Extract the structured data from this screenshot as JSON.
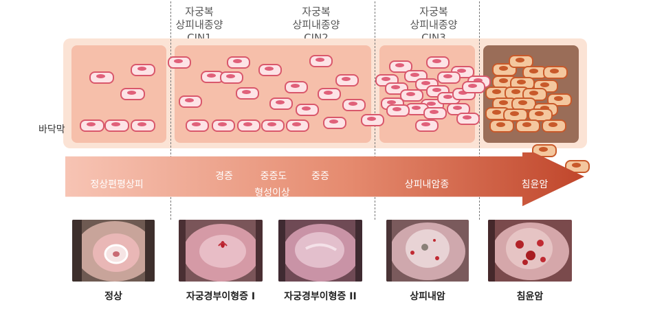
{
  "labels": {
    "cin1": [
      "자궁복",
      "상피내종양",
      "CIN1"
    ],
    "cin2": [
      "자궁복",
      "상피내종양",
      "CIN2"
    ],
    "cin3": [
      "자궁복",
      "상피내종양",
      "CIN3"
    ],
    "membrane": "바닥막"
  },
  "arrow": {
    "normal": "정상편평상피",
    "mild": "경증",
    "moderate": "중증도",
    "severe": "중증",
    "dysplasia": "형성이상",
    "cis": "상피내암종",
    "invasive": "침윤암",
    "colors": {
      "start": "#f7c0b0",
      "end": "#c44a2e"
    }
  },
  "captions": [
    "정상",
    "자궁경부이형증 I",
    "자궁경부이형증 II",
    "상피내암",
    "침윤암"
  ],
  "colors": {
    "band": "#fbe3d5",
    "panel": "#f6bfaa",
    "panel_dark": "#9a6d58",
    "cell_border": "#d9576b",
    "cell_fill": "#fde3e6",
    "tumor_cell_border": "#c8592a",
    "tumor_cell_fill": "#f4c79e"
  }
}
